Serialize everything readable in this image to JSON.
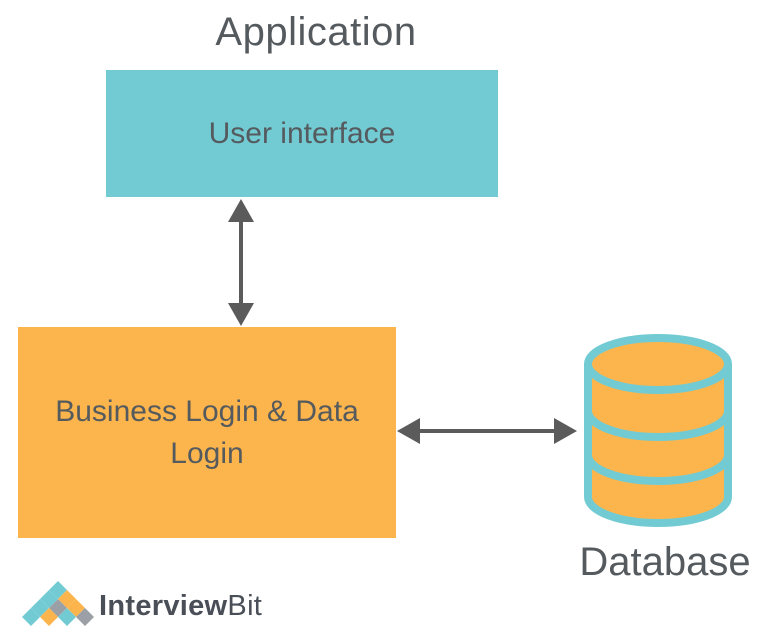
{
  "app_title": "Application",
  "ui_box": {
    "label": "User interface"
  },
  "business_box": {
    "label_line1": "Business Login & Data",
    "label_line2": "Login"
  },
  "database": {
    "label": "Database",
    "icon": "database-icon"
  },
  "logo": {
    "text_bold": "Interview",
    "text_light": "Bit",
    "icon": "interviewbit-logo-icon"
  },
  "colors": {
    "ui_box": "#72cbd3",
    "business_box": "#fbb54c",
    "db_fill": "#fbb54c",
    "db_stroke": "#72cbd3",
    "arrow": "#5b5b5b",
    "text": "#555a5e"
  }
}
